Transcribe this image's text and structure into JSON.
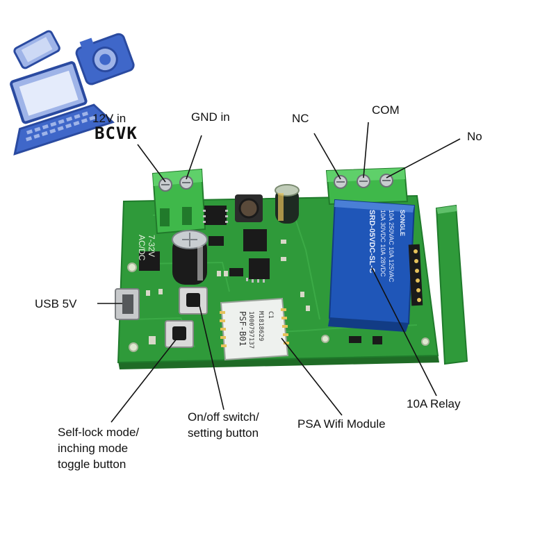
{
  "logo": {
    "text": "BCVK",
    "colors": {
      "primary": "#3f67c9",
      "light": "#9fb4e8",
      "outline": "#2a4aa0"
    }
  },
  "labels": {
    "vin": "12V in",
    "gnd": "GND in",
    "nc": "NC",
    "com": "COM",
    "no": "No",
    "usb": "USB 5V",
    "relay": "10A Relay",
    "wifi": "PSA Wifi Module",
    "onoff_1": "On/off switch/",
    "onoff_2": "setting button",
    "selflock_1": "Self-lock mode/",
    "selflock_2": "inching mode",
    "selflock_3": "toggle button"
  },
  "board": {
    "silkscreen_1": "AC/DC",
    "silkscreen_2": "7-32V",
    "module_1": "PSF-B01",
    "module_2": "1000797137",
    "module_3": "M1818629",
    "module_4": "C1",
    "relay_brand": "SONGLE",
    "relay_model": "SRD-05VDC-SL-C",
    "relay_r1": "10A 250VAC  10A 125VAC",
    "relay_r2": "10A 30VDC  10A 28VDC",
    "colors": {
      "pcb": "#2f9a3a",
      "pcb_dark": "#1f7a2b",
      "terminal": "#3fb84a",
      "relay": "#1f56b8"
    }
  }
}
